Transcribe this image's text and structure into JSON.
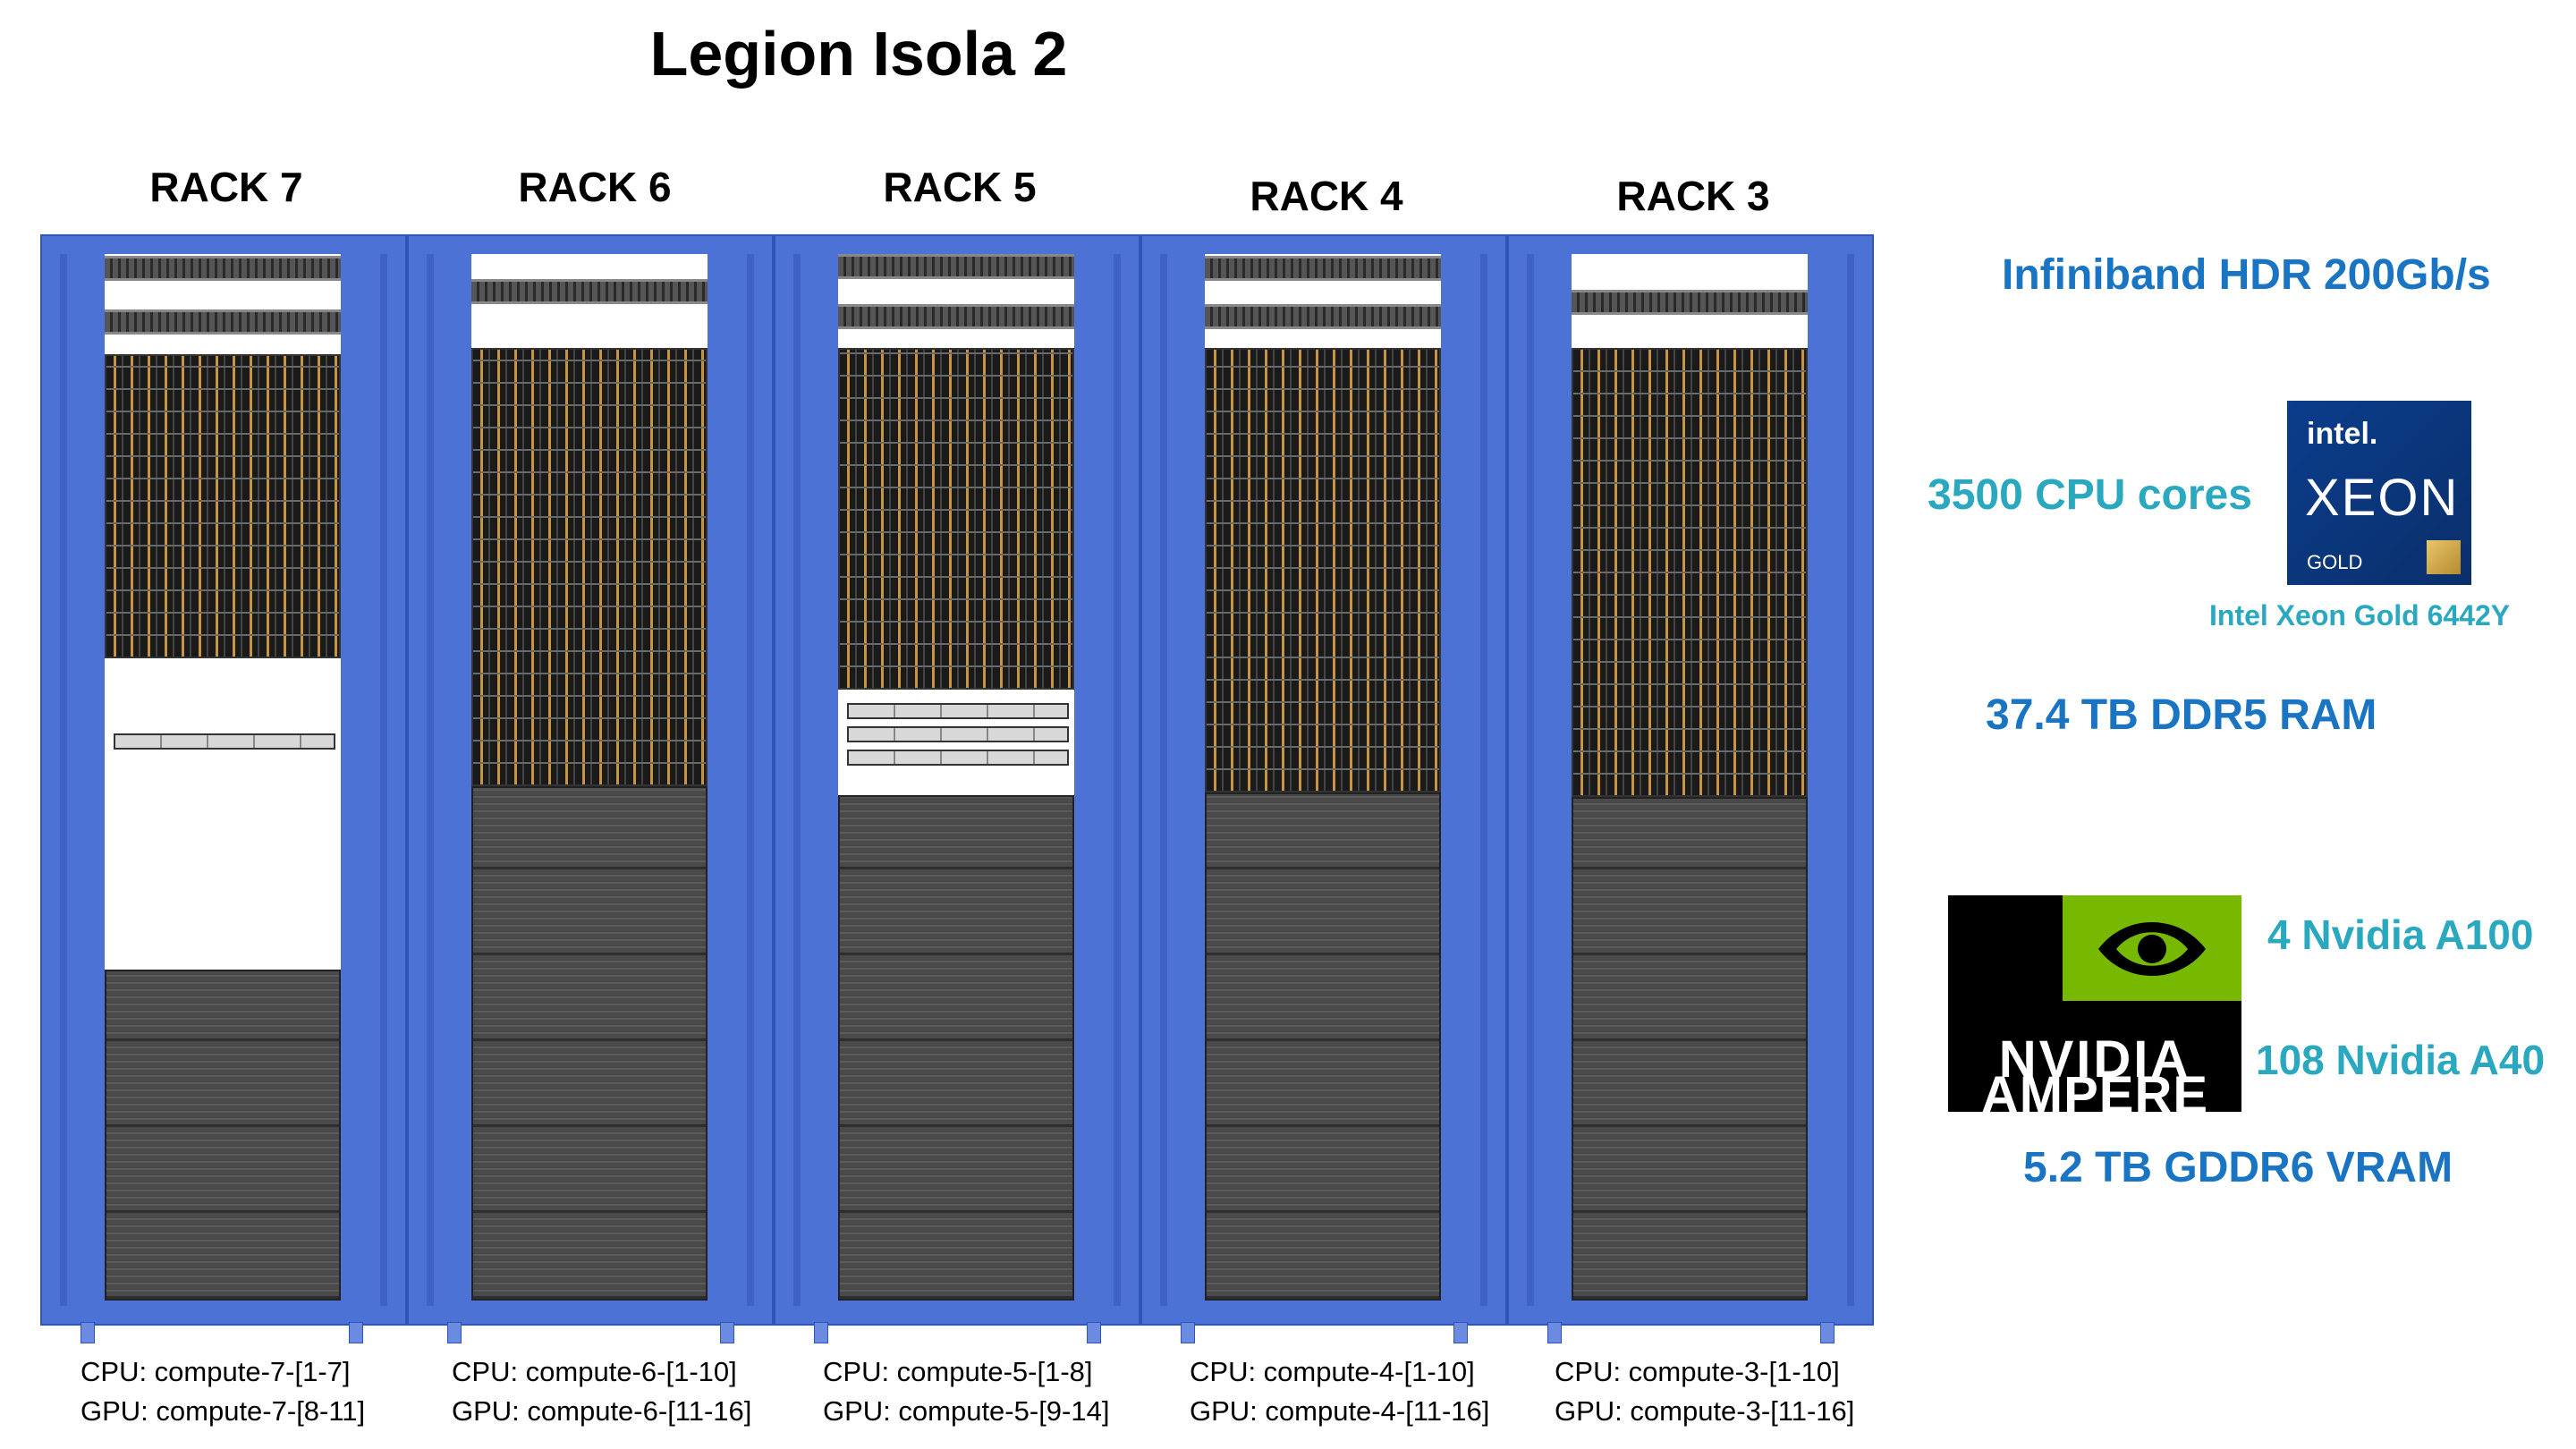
{
  "title": "Legion Isola 2",
  "racks": [
    {
      "label": "RACK 7",
      "cpu": "CPU: compute-7-[1-7]",
      "gpu": "GPU: compute-7-[8-11]"
    },
    {
      "label": "RACK 6",
      "cpu": "CPU: compute-6-[1-10]",
      "gpu": "GPU: compute-6-[11-16]"
    },
    {
      "label": "RACK 5",
      "cpu": "CPU: compute-5-[1-8]",
      "gpu": "GPU: compute-5-[9-14]"
    },
    {
      "label": "RACK 4",
      "cpu": "CPU: compute-4-[1-10]",
      "gpu": "GPU: compute-4-[11-16]"
    },
    {
      "label": "RACK 3",
      "cpu": "CPU: compute-3-[1-10]",
      "gpu": "GPU: compute-3-[11-16]"
    }
  ],
  "specs": {
    "network": "Infiniband HDR 200Gb/s",
    "cpu_cores": "3500 CPU cores",
    "cpu_model": "Intel Xeon Gold 6442Y",
    "ram": "37.4 TB DDR5 RAM",
    "gpu_a100": "4 Nvidia A100",
    "gpu_a40": "108 Nvidia A40",
    "vram": "5.2 TB GDDR6 VRAM"
  },
  "logos": {
    "intel": {
      "brand": "intel.",
      "product": "XEON",
      "tier": "GOLD"
    },
    "nvidia": {
      "brand": "NVIDIA",
      "arch": "AMPERE"
    }
  },
  "colors": {
    "rack": "#4d72d6",
    "spec_blue": "#1a74c4",
    "spec_teal": "#2aa8c0",
    "nvidia_green": "#76b900"
  }
}
